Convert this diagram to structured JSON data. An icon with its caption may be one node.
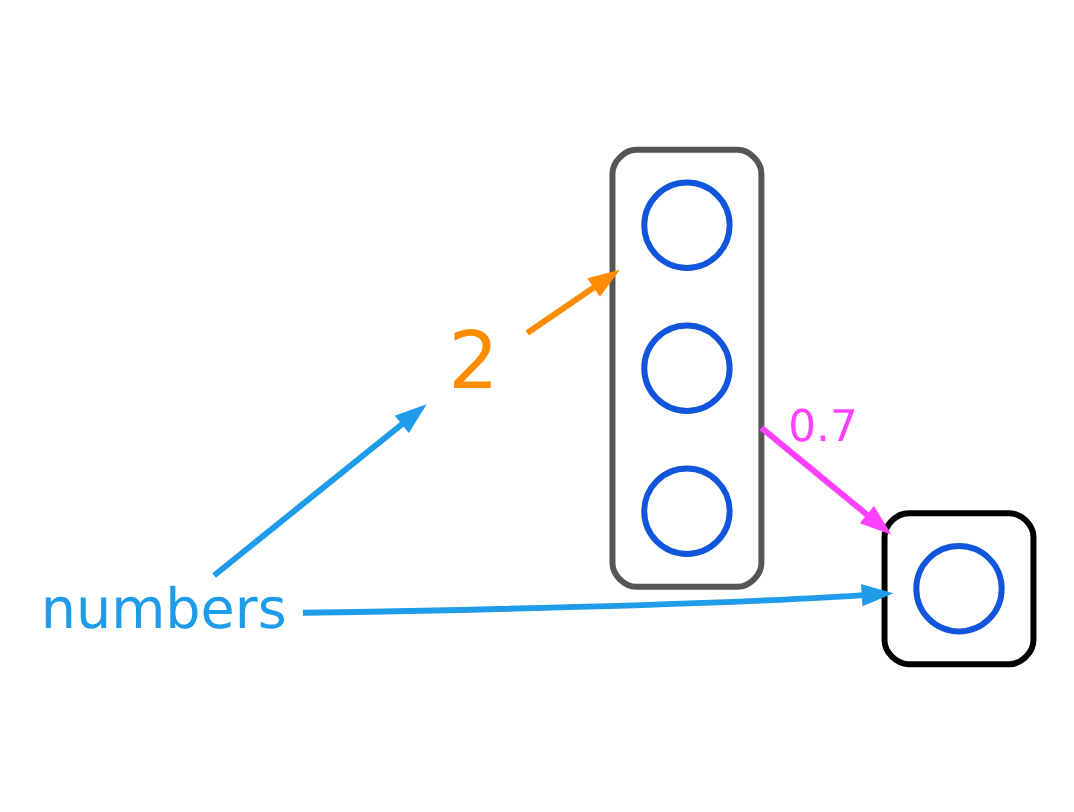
{
  "diagram": {
    "nodes": [
      {
        "text": [
          "numbers"
        ]
      },
      {
        "text": [
          "2"
        ]
      },
      {
        "text": [],
        "shape": "box"
      },
      {
        "text": [],
        "shape": "circle",
        "in": 2
      },
      {
        "text": [],
        "shape": "circle",
        "in": 2
      },
      {
        "text": [],
        "shape": "circle",
        "in": 2
      },
      {
        "text": [],
        "shape": "box"
      },
      {
        "text": [],
        "shape": "circle",
        "in": 6
      }
    ],
    "edges": [
      {
        "from": 0,
        "to": 1,
        "arrow": "to",
        "color": "#1e9be9"
      },
      {
        "from": 0,
        "to": 6,
        "arrow": "to",
        "color": "#1e9be9"
      },
      {
        "from": 1,
        "to": 2,
        "arrow": "to",
        "color": "#ff8c00"
      },
      {
        "from": 2,
        "to": 6,
        "arrow": "to",
        "label": "0.7",
        "color": "#ff40ff"
      }
    ]
  }
}
